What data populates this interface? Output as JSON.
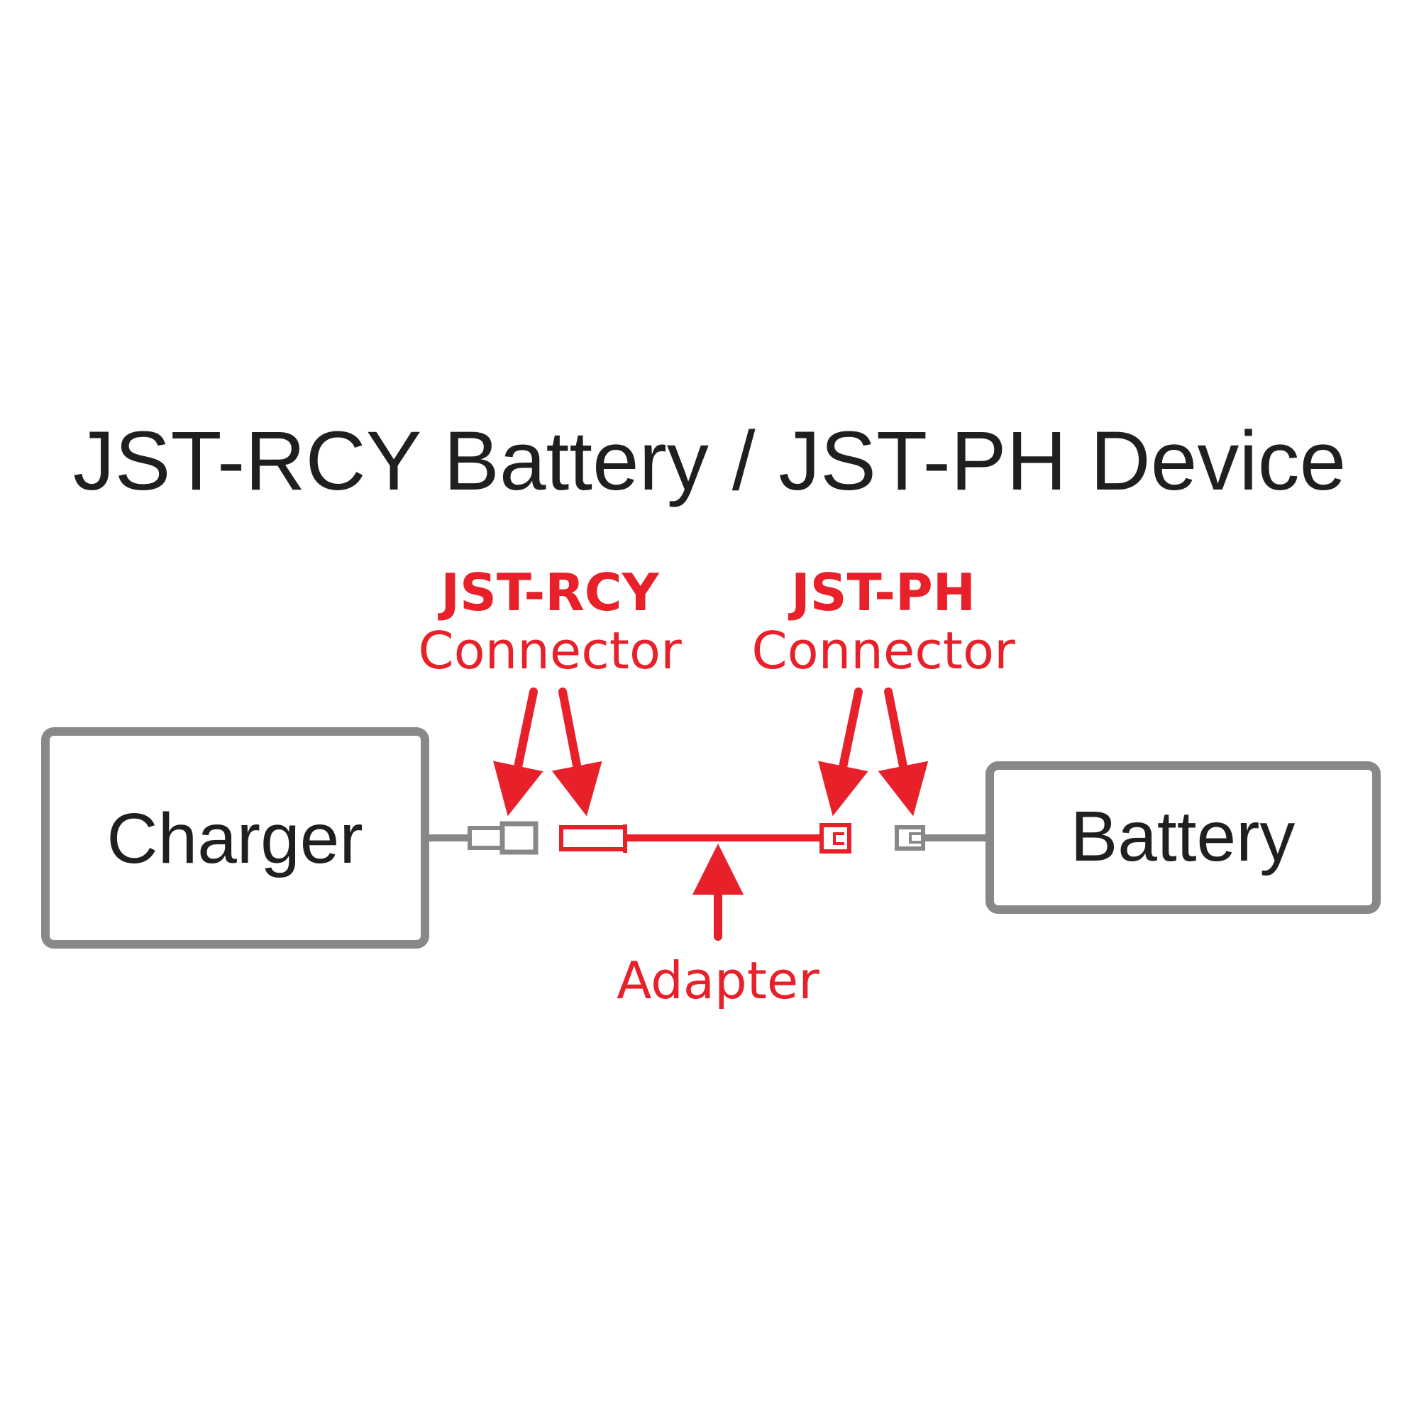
{
  "title": "JST-RCY Battery / JST-PH Device",
  "boxes": {
    "charger": "Charger",
    "battery": "Battery"
  },
  "labels": {
    "rcy_name": "JST-RCY",
    "rcy_sub": "Connector",
    "ph_name": "JST-PH",
    "ph_sub": "Connector",
    "adapter": "Adapter"
  },
  "colors": {
    "accent_red": "#e8202a",
    "wire_gray": "#888888",
    "text_dark": "#1f1f1f"
  }
}
